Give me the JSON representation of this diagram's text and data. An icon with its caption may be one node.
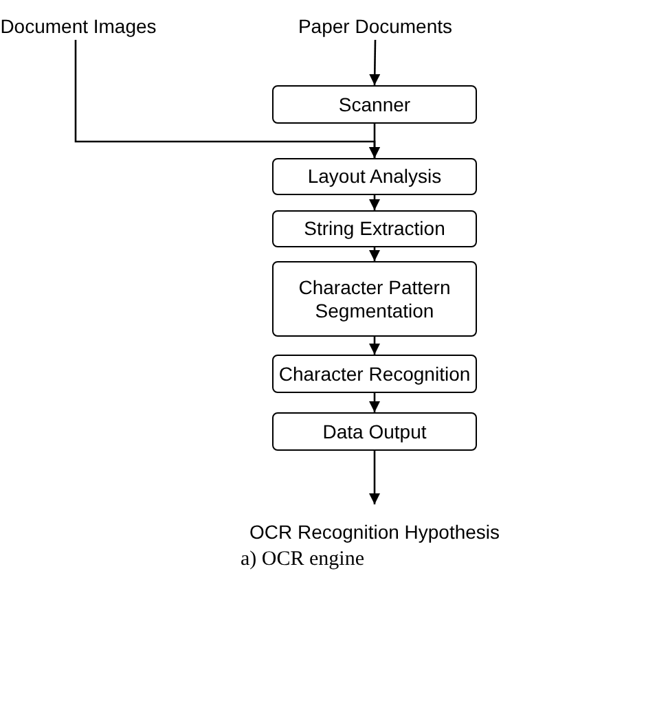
{
  "diagram": {
    "caption": "a) OCR engine",
    "nodes": [
      {
        "text": [
          "Document Images"
        ]
      },
      {
        "text": [
          "Paper Documents"
        ]
      },
      {
        "text": [
          "Scanner"
        ]
      },
      {
        "text": [
          "Layout Analysis"
        ]
      },
      {
        "text": [
          "String Extraction"
        ]
      },
      {
        "text": [
          "Character Pattern Segmentation"
        ]
      },
      {
        "text": [
          "Character Recognition"
        ]
      },
      {
        "text": [
          "Data Output"
        ]
      },
      {
        "text": [
          "OCR Recognition Hypothesis"
        ]
      }
    ],
    "edges": [
      {
        "from": 1,
        "to": 2,
        "arrow": "to"
      },
      {
        "from": 0,
        "to": 3,
        "arrow": "to"
      },
      {
        "from": 2,
        "to": 3,
        "arrow": "to"
      },
      {
        "from": 3,
        "to": 4,
        "arrow": "to"
      },
      {
        "from": 4,
        "to": 5,
        "arrow": "to"
      },
      {
        "from": 5,
        "to": 6,
        "arrow": "to"
      },
      {
        "from": 6,
        "to": 7,
        "arrow": "to"
      },
      {
        "from": 7,
        "to": 8,
        "arrow": "to"
      }
    ]
  }
}
